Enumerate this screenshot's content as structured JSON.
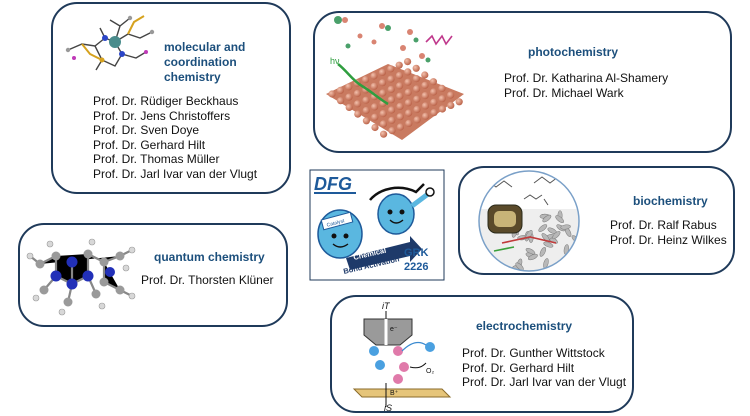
{
  "boxes": {
    "molecular": {
      "title": [
        "molecular and",
        "coordination",
        "chemistry"
      ],
      "names": [
        "Prof. Dr. Rüdiger Beckhaus",
        "Prof. Dr. Jens Christoffers",
        "Prof. Dr. Sven Doye",
        "Prof. Dr. Gerhard Hilt",
        "Prof. Dr. Thomas Müller",
        "Prof. Dr. Jarl Ivar van der Vlugt"
      ]
    },
    "photo": {
      "title": [
        "photochemistry"
      ],
      "names": [
        "Prof. Dr. Katharina Al-Shamery",
        "Prof. Dr. Michael Wark"
      ],
      "hv_label": "hν"
    },
    "quantum": {
      "title": [
        "quantum chemistry"
      ],
      "names": [
        "Prof. Dr. Thorsten Klüner"
      ]
    },
    "bio": {
      "title": [
        "biochemistry"
      ],
      "names": [
        "Prof. Dr. Ralf Rabus",
        "Prof. Dr. Heinz Wilkes"
      ]
    },
    "electro": {
      "title": [
        "electrochemistry"
      ],
      "names": [
        "Prof. Dr. Gunther Wittstock",
        "Prof. Dr. Gerhard Hilt",
        "Prof. Dr. Jarl Ivar van der Vlugt"
      ],
      "labels": {
        "iT": "iT",
        "e": "e⁻",
        "O2": "O₂",
        "B": "B⁺",
        "iS": "iS"
      }
    }
  },
  "center": {
    "dfg": "DFG",
    "catalyst": "Catalyst",
    "chemical": "Chemical",
    "bond_activation": "Bond Activation",
    "grk": "GRK",
    "grk_number": "2226"
  },
  "colors": {
    "border": "#1f3a5a",
    "title": "#1c4f7c",
    "dfg_blue": "#1e5a9a",
    "mascot": "#5ab7e0",
    "copper": "#d9846a"
  }
}
